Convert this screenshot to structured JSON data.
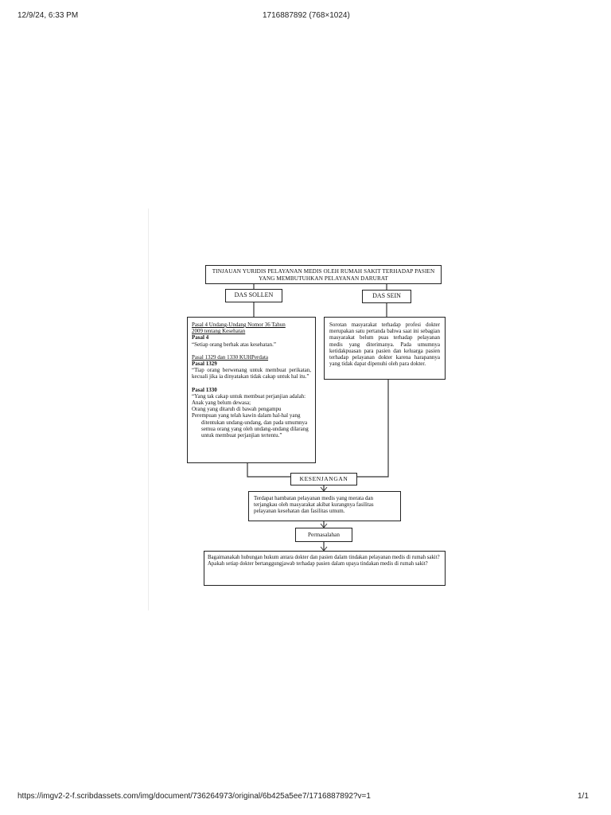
{
  "browser": {
    "datetime": "12/9/24, 6:33 PM",
    "tab_title": "1716887892 (768×1024)",
    "url": "https://imgv2-2-f.scribdassets.com/img/document/736264973/original/6b425a5ee7/1716887892?v=1",
    "page_count": "1/1"
  },
  "diagram": {
    "title_line1": "TINJAUAN YURIDIS PELAYANAN MEDIS OLEH RUMAH SAKIT TERHADAP PASIEN",
    "title_line2": "YANG MEMBUTUHKAN PELAYANAN DARURAT",
    "das_sollen": "DAS SOLLEN",
    "das_sein": "DAS SEIN",
    "left": {
      "heading1_line1": "Pasal 4 Undang-Undang Nomor 36 Tahun",
      "heading1_line2": "2009 tentang Kesehatan",
      "pasal4": "Pasal 4",
      "pasal4_text": "“Setiap orang berhak atas kesehatan.”",
      "heading2": "Pasal 1329 dan 1330 KUHPerdata",
      "pasal1329": "Pasal 1329",
      "pasal1329_text": "“Tiap orang berwenang untuk membuat perikatan, kecuali jika ia dinyatakan tidak cakap untuk hal itu.”",
      "pasal1330": "Pasal 1330",
      "pasal1330_intro": "“Yang tak cakap untuk membuat perjanjian adalah:",
      "item1": "Anak yang belum dewasa;",
      "item2": "Orang yang ditaruh di bawah pengampu",
      "item3": "Perempuan yang telah kawin dalam hal-hal yang ditentukan undang-undang, dan pada umumnya semua orang yang oleh undang-undang dilarang untuk membuat perjanjian tertentu.”"
    },
    "right_text": "Sorotan masyarakat terhadap profesi dokter merupakan satu pertanda bahwa saat ini sebagian masyarakat belum puas terhadap pelayanan medis yang diterimanya. Pada umumnya ketidakpuasan para pasien dan keluarga pasien terhadap pelayanan dokter karena harapannya yang tidak dapat dipenuhi oleh para dokter.",
    "kesenjangan": "KESENJANGAN",
    "terdapat_text": "Terdapat hambatan pelayanan medis yang merata dan terjangkau oleh masyarakat akibat kurangnya fasilitas pelayanan kesehatan dan fasilitas umum.",
    "permasalahan": "Permasalahan",
    "question1": "Bagaimanakah hubungan hukum antara dokter dan pasien dalam tindakan pelayanan medis di rumah sakit?",
    "question2": "Apakah setiap dokter bertanggungjawab terhadap pasien dalam upaya tindakan medis di rumah sakit?"
  }
}
